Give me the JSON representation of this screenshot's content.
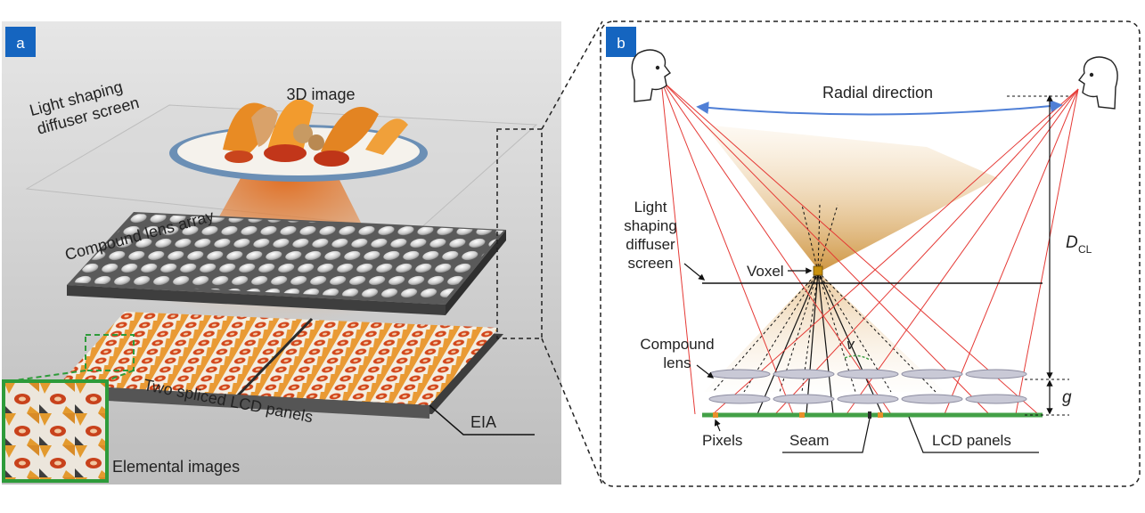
{
  "panel_a": {
    "badge": "a",
    "label_3d_image": "3D image",
    "label_diffuser_line1": "Light shaping",
    "label_diffuser_line2": "diffuser screen",
    "label_lens_array": "Compound lens array",
    "label_lcd": "Two spliced LCD panels",
    "label_eia": "EIA",
    "label_elemental": "Elemental images"
  },
  "panel_b": {
    "badge": "b",
    "label_radial": "Radial direction",
    "label_diffuser_line1": "Light",
    "label_diffuser_line2": "shaping",
    "label_diffuser_line3": "diffuser",
    "label_diffuser_line4": "screen",
    "label_voxel": "Voxel",
    "label_compound_line1": "Compound",
    "label_compound_line2": "lens",
    "label_v": "v",
    "label_dcl_main": "D",
    "label_dcl_sub": "CL",
    "label_g": "g",
    "label_pixels": "Pixels",
    "label_seam": "Seam",
    "label_lcd_panels": "LCD panels"
  },
  "colors": {
    "badge_blue": "#1565c0",
    "ray_red": "#e53935",
    "lcd_green": "#43a047",
    "arrow_blue": "#4f7fd6",
    "orange_glow": "#e8902a",
    "frame_green": "#2e9b3a"
  }
}
